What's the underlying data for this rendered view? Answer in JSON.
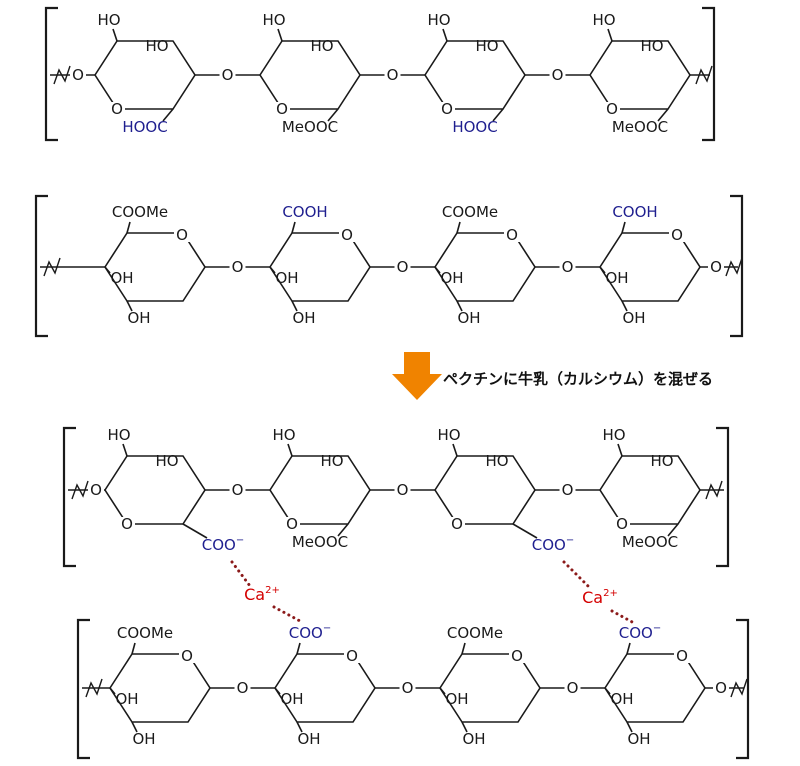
{
  "caption": {
    "arrow_text": "ペクチンに牛乳（カルシウム）を混ぜる"
  },
  "labels": {
    "ho": "HO",
    "oh": "OH",
    "o": "O"
  },
  "colors": {
    "black": "#1a1a1a",
    "blue": "#1f1f8f",
    "red": "#d40000",
    "orange": "#f08300",
    "dots": "#8b1a1a"
  },
  "chains": [
    {
      "id": "top-chain-1",
      "type": "A",
      "units": [
        {
          "base": "HOOC",
          "sup": "",
          "color": "blue"
        },
        {
          "base": "MeOOC",
          "sup": "",
          "color": "black"
        },
        {
          "base": "HOOC",
          "sup": "",
          "color": "blue"
        },
        {
          "base": "MeOOC",
          "sup": "",
          "color": "black"
        }
      ]
    },
    {
      "id": "top-chain-2",
      "type": "B",
      "units": [
        {
          "base": "COOMe",
          "sup": "",
          "color": "black"
        },
        {
          "base": "COOH",
          "sup": "",
          "color": "blue"
        },
        {
          "base": "COOMe",
          "sup": "",
          "color": "black"
        },
        {
          "base": "COOH",
          "sup": "",
          "color": "blue"
        }
      ]
    },
    {
      "id": "bottom-chain-1",
      "type": "A",
      "units": [
        {
          "base": "COO",
          "sup": "−",
          "color": "blue"
        },
        {
          "base": "MeOOC",
          "sup": "",
          "color": "black"
        },
        {
          "base": "COO",
          "sup": "−",
          "color": "blue"
        },
        {
          "base": "MeOOC",
          "sup": "",
          "color": "black"
        }
      ]
    },
    {
      "id": "bottom-chain-2",
      "type": "B",
      "units": [
        {
          "base": "COOMe",
          "sup": "",
          "color": "black"
        },
        {
          "base": "COO",
          "sup": "−",
          "color": "blue"
        },
        {
          "base": "COOMe",
          "sup": "",
          "color": "black"
        },
        {
          "base": "COO",
          "sup": "−",
          "color": "blue"
        }
      ]
    }
  ],
  "ions": [
    {
      "symbol": "Ca",
      "charge": "2+"
    },
    {
      "symbol": "Ca",
      "charge": "2+"
    }
  ]
}
